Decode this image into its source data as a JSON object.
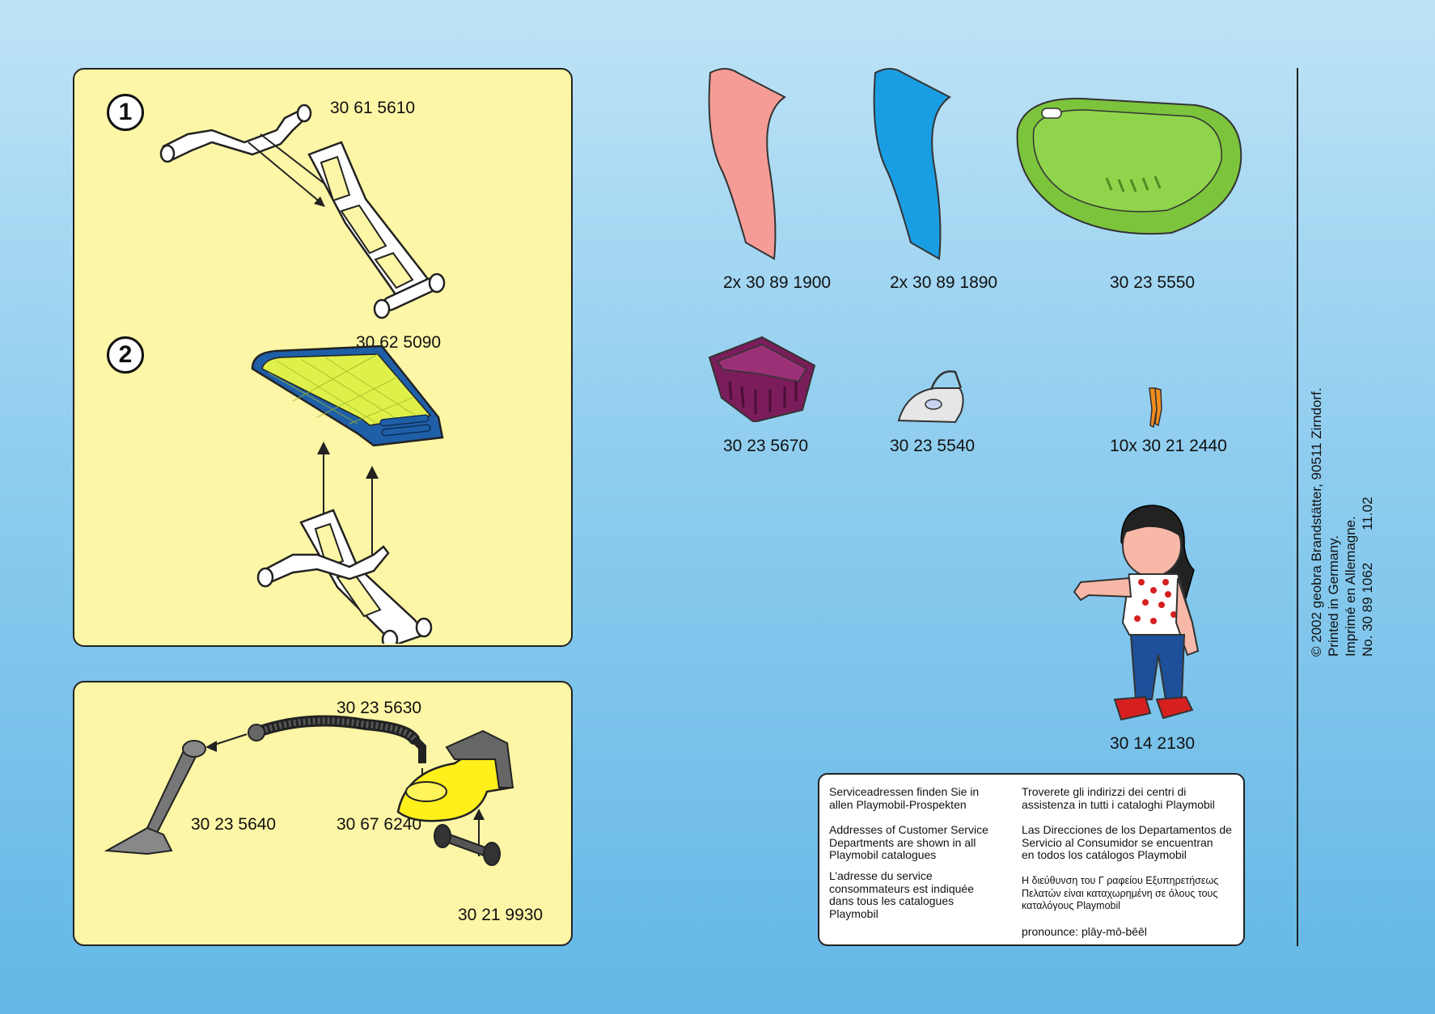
{
  "step_panel": {
    "step1_label": "1",
    "step2_label": "2",
    "part_step1": "30 61 5610",
    "part_step2": "30 62 5090"
  },
  "vacuum_panel": {
    "part_hose": "30 23 5630",
    "part_nozzle": "30 23 5640",
    "part_body": "30 67 6240",
    "part_wheels": "30 21 9930"
  },
  "parts": {
    "pink_cloth": "2x 30 89 1900",
    "blue_cloth": "2x 30 89 1890",
    "green_tub": "30 23 5550",
    "purple_basket": "30 23 5670",
    "iron": "30 23 5540",
    "clothes_pegs": "10x 30 21 2440",
    "figure": "30 14 2130"
  },
  "service": {
    "de": "Serviceadressen finden Sie in\nallen Playmobil-Prospekten",
    "en": "Addresses of Customer Service\nDepartments are shown in all\nPlaymobil catalogues",
    "fr": "L’adresse du service\nconsommateurs est indiquée\ndans tous les catalogues\nPlaymobil",
    "it": "Troverete gli indirizzi dei centri di\nassistenza in tutti i cataloghi Playmobil",
    "es": "Las Direcciones de los Departamentos de\nServicio al Consumidor se encuentran\nen todos los catálogos Playmobil",
    "el": "Η διεύθυνση του Γ ραφείου Εξυπηρετήσεως\nΠελατών είναι καταχωρημένη σε όλους τους\nκαταλόγους Playmobil",
    "pronounce": "pronounce: plāy-mō-bēēl"
  },
  "copyright": {
    "line1": "© 2002 geobra Brandstätter, 90511 Zirndorf.",
    "line2": "Printed in Germany.",
    "line3": "Imprimé en Allemagne.",
    "line4_no": "No. 30 89 1062",
    "line4_date": "11.02"
  }
}
